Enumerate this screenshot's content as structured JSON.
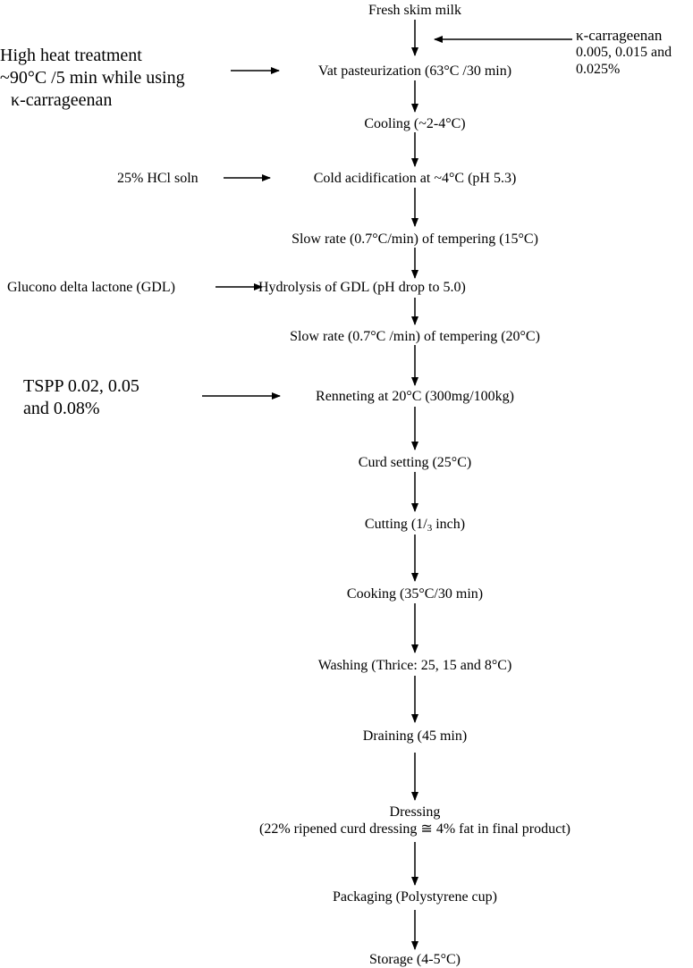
{
  "steps": [
    {
      "label": "Fresh skim milk"
    },
    {
      "label": "Vat pasteurization (63°C /30 min)"
    },
    {
      "label": "Cooling (~2-4°C)"
    },
    {
      "label": "Cold acidification at ~4°C (pH 5.3)"
    },
    {
      "label": "Slow rate (0.7°C/min) of tempering (15°C)"
    },
    {
      "label": "Hydrolysis of GDL (pH drop to 5.0)"
    },
    {
      "label": "Slow rate (0.7°C /min) of tempering (20°C)"
    },
    {
      "label": "Renneting at 20°C (300mg/100kg)"
    },
    {
      "label": "Curd setting (25°C)"
    },
    {
      "label_prefix": "Cutting (1/",
      "label_sub": "3",
      "label_suffix": " inch)"
    },
    {
      "label": "Cooking (35°C/30 min)"
    },
    {
      "label": "Washing (Thrice: 25, 15 and 8°C)"
    },
    {
      "label": "Draining (45 min)"
    },
    {
      "label": "Dressing",
      "label_line2": "(22% ripened curd dressing ≅ 4% fat in final product)"
    },
    {
      "label": "Packaging (Polystyrene cup)"
    },
    {
      "label": "Storage (4-5°C)"
    }
  ],
  "inputs": {
    "carrageenan": {
      "line1": "κ-carrageenan",
      "line2": "0.005, 0.015 and",
      "line3": "0.025%"
    },
    "heat": {
      "line1": "High heat treatment",
      "line2": "~90°C /5 min while using",
      "line3": "κ-carrageenan"
    },
    "hcl": {
      "label": "25% HCl soln"
    },
    "gdl": {
      "label": "Glucono delta lactone (GDL)"
    },
    "tspp": {
      "line1": "TSPP 0.02, 0.05",
      "line2": "and 0.08%"
    }
  }
}
